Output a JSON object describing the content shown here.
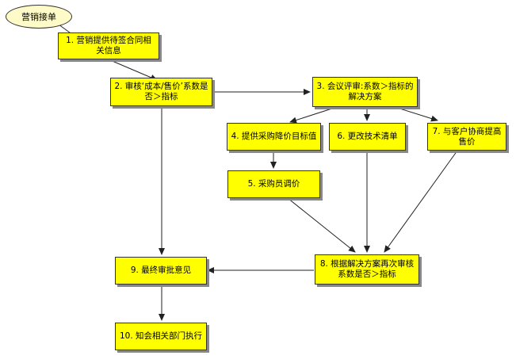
{
  "start": {
    "label": "营销接单"
  },
  "steps": {
    "s1": "1. 营销提供待签合同相关信息",
    "s2": "2. 审核‘成本/售价’系数是否＞指标",
    "s3": "3. 会议评审:系数＞指标的解决方案",
    "s4": "4. 提供采购降价目标值",
    "s5": "5. 采购员调价",
    "s6": "6. 更改技术清单",
    "s7": "7. 与客户协商提高售价",
    "s8": "8. 根据解决方案再次审核系数是否＞指标",
    "s9": "9. 最终审批意见",
    "s10": "10. 知会相关部门执行"
  },
  "colors": {
    "box_fill": "#ffff00",
    "start_fill": "#fffbc8",
    "line": "#222222"
  }
}
